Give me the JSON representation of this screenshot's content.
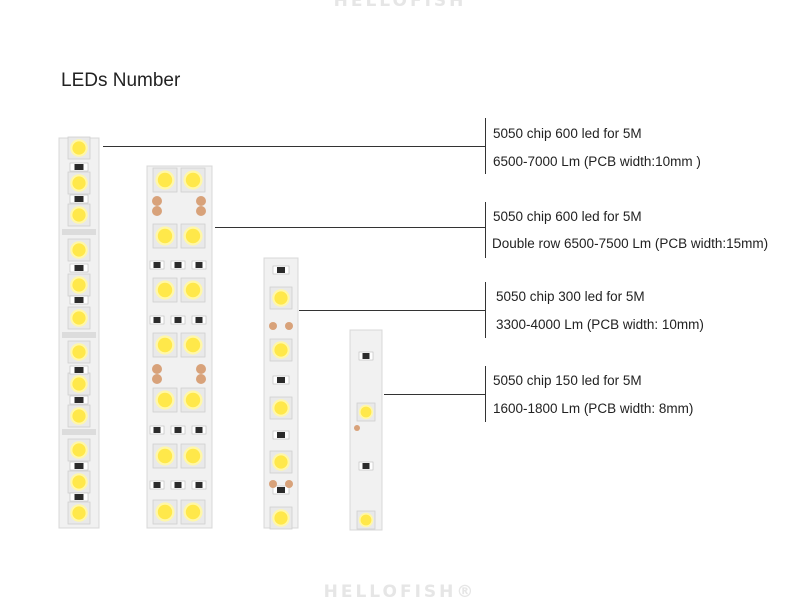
{
  "heading": "LEDs Number",
  "watermark_top": "HELLOFISH",
  "watermark_bottom": "HELLOFISH®",
  "colors": {
    "pcb": "#f1f1f1",
    "pcb_edge": "#d8d8d8",
    "led_frame": "#e9e9e9",
    "led_glow": "#fff7a8",
    "led_core": "#ffe84a",
    "resistor": "#2b2b2b",
    "solder_pad": "#d8a27a",
    "line": "#333333"
  },
  "strips": [
    {
      "name": "strip-600-led-5mm",
      "line1": "5050 chip 600 led for 5M",
      "line2": "6500-7000 Lm  (PCB width:10mm )"
    },
    {
      "name": "strip-600-led-double-row-15mm",
      "line1": "5050 chip 600 led for 5M",
      "line2": "Double row 6500-7500 Lm (PCB width:15mm)"
    },
    {
      "name": "strip-300-led-10mm",
      "line1": "5050 chip 300 led for 5M",
      "line2": "3300-4000 Lm  (PCB width: 10mm)"
    },
    {
      "name": "strip-150-led-8mm",
      "line1": "5050 chip 150 led for 5M",
      "line2": "1600-1800 Lm  (PCB width: 8mm)"
    }
  ]
}
